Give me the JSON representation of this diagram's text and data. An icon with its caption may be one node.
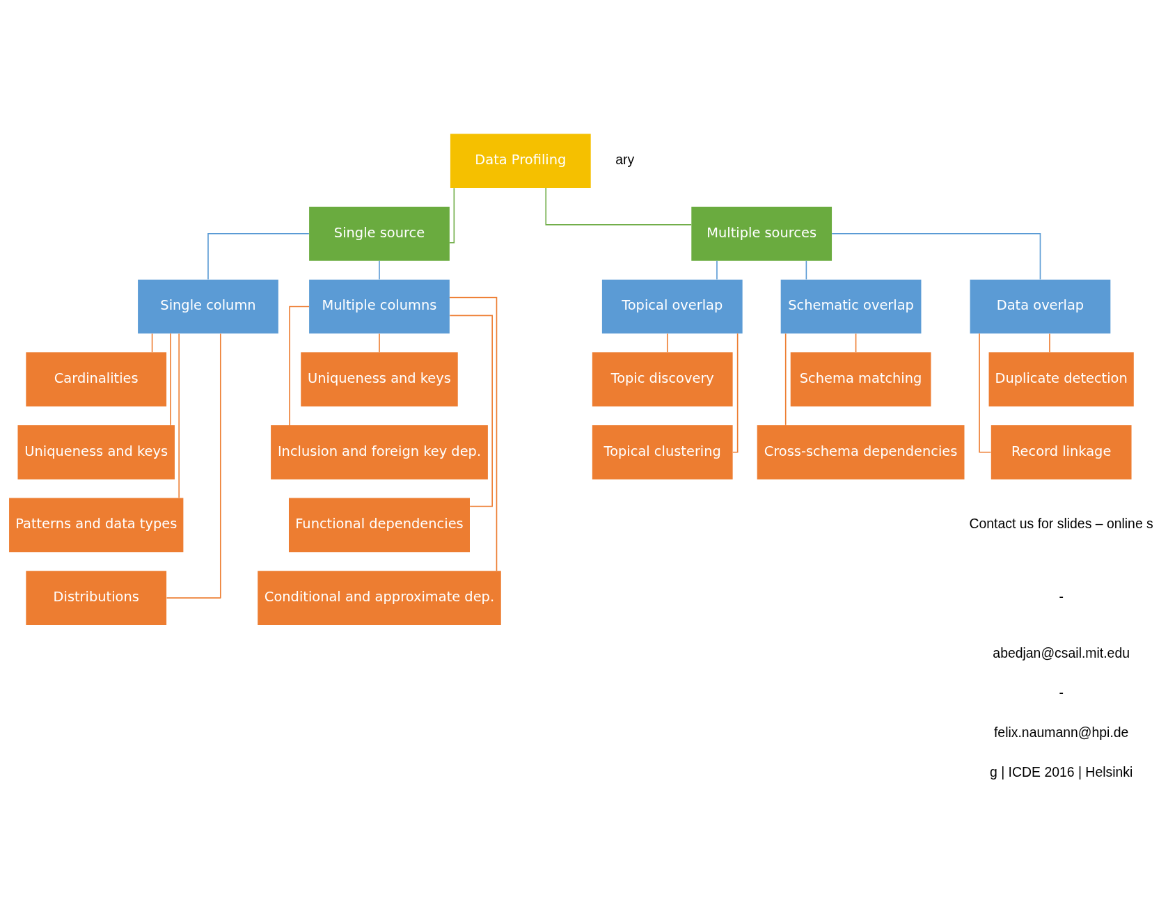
{
  "diagram": {
    "nodes": [
      {
        "text": [
          "Data Profiling"
        ]
      },
      {
        "text": [
          "Single source"
        ]
      },
      {
        "text": [
          "Multiple sources"
        ]
      },
      {
        "text": [
          "Single column"
        ]
      },
      {
        "text": [
          "Multiple columns"
        ]
      },
      {
        "text": [
          "Topical overlap"
        ]
      },
      {
        "text": [
          "Schematic overlap"
        ]
      },
      {
        "text": [
          "Data overlap"
        ]
      },
      {
        "text": [
          "Cardinalities"
        ]
      },
      {
        "text": [
          "Uniqueness and keys"
        ]
      },
      {
        "text": [
          "Patterns and data types"
        ]
      },
      {
        "text": [
          "Distributions"
        ]
      },
      {
        "text": [
          "Uniqueness and keys"
        ]
      },
      {
        "text": [
          "Inclusion and foreign key dep."
        ]
      },
      {
        "text": [
          "Functional dependencies"
        ]
      },
      {
        "text": [
          "Conditional and approximate dep."
        ]
      },
      {
        "text": [
          "Topic discovery"
        ]
      },
      {
        "text": [
          "Topical clustering"
        ]
      },
      {
        "text": [
          "Schema matching"
        ]
      },
      {
        "text": [
          "Cross-schema dependencies"
        ]
      },
      {
        "text": [
          "Duplicate detection"
        ]
      },
      {
        "text": [
          "Record linkage"
        ]
      }
    ],
    "edges": [
      {
        "from": 0,
        "to": 1,
        "arrow": "none",
        "color": "#70ad47"
      },
      {
        "from": 0,
        "to": 2,
        "arrow": "none",
        "color": "#70ad47"
      },
      {
        "from": 1,
        "to": 3,
        "arrow": "none",
        "color": "#5b9bd5"
      },
      {
        "from": 1,
        "to": 4,
        "arrow": "none",
        "color": "#5b9bd5"
      },
      {
        "from": 2,
        "to": 5,
        "arrow": "none",
        "color": "#5b9bd5"
      },
      {
        "from": 2,
        "to": 6,
        "arrow": "none",
        "color": "#5b9bd5"
      },
      {
        "from": 2,
        "to": 7,
        "arrow": "none",
        "color": "#5b9bd5"
      },
      {
        "from": 3,
        "to": 8,
        "arrow": "none"
      },
      {
        "from": 3,
        "to": 9,
        "arrow": "none"
      },
      {
        "from": 3,
        "to": 10,
        "arrow": "none"
      },
      {
        "from": 3,
        "to": 11,
        "arrow": "none"
      },
      {
        "from": 4,
        "to": 12,
        "arrow": "none"
      },
      {
        "from": 4,
        "to": 13,
        "arrow": "none"
      },
      {
        "from": 4,
        "to": 14,
        "arrow": "none"
      },
      {
        "from": 4,
        "to": 15,
        "arrow": "none"
      },
      {
        "from": 5,
        "to": 16,
        "arrow": "none"
      },
      {
        "from": 5,
        "to": 17,
        "arrow": "none"
      },
      {
        "from": 6,
        "to": 18,
        "arrow": "none"
      },
      {
        "from": 6,
        "to": 19,
        "arrow": "none"
      },
      {
        "from": 7,
        "to": 20,
        "arrow": "none"
      },
      {
        "from": 7,
        "to": 21,
        "arrow": "none"
      }
    ],
    "labels": [
      "ary",
      "Contact us for slides – online s",
      "-",
      "abedjan@csail.mit.edu",
      "-",
      "felix.naumann@hpi.de",
      "g | ICDE 2016 | Helsinki"
    ]
  }
}
